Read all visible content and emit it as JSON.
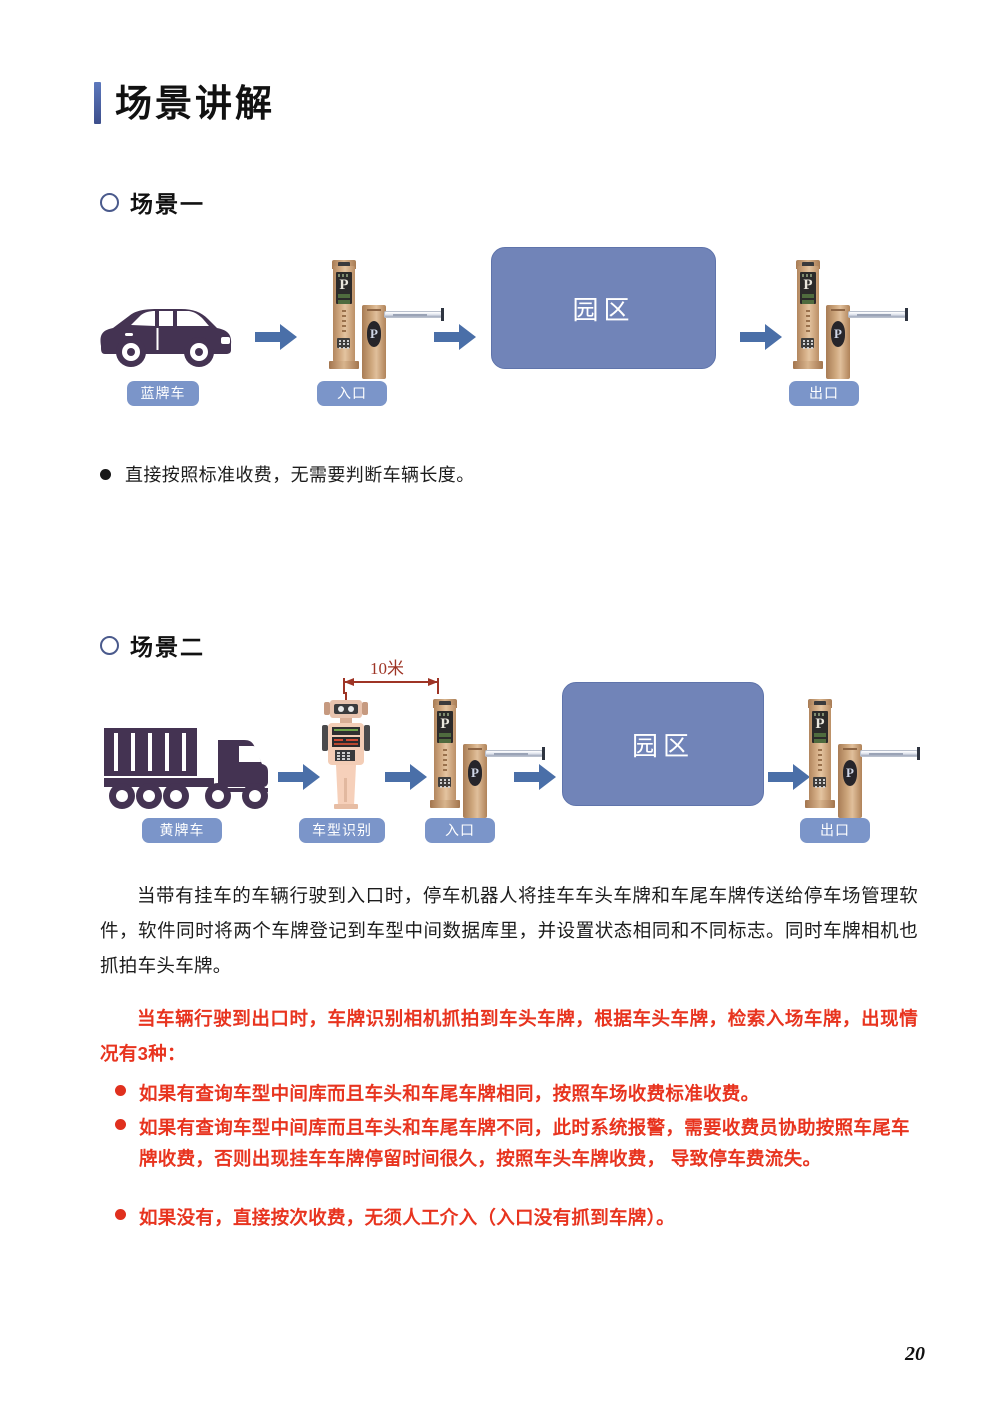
{
  "document": {
    "title": "场景讲解",
    "page_number": "20"
  },
  "colors": {
    "accent_blue": "#4a6fa8",
    "title_bar_blue": "#4d62a0",
    "pill_blue": "#7b95c9",
    "campus_blue": "#7184b8",
    "red_text": "#e8341f",
    "vehicle_purple": "#443352",
    "dimension_red": "#9e3425",
    "kiosk_bronze": "#c8a077"
  },
  "scenario_one": {
    "heading": "场景一",
    "marker": "circle-outline-icon",
    "diagram": {
      "vehicle_label": "蓝牌车",
      "vehicle_icon": "sedan-car-icon",
      "entrance_label": "入口",
      "entrance_icon": "parking-kiosk-icon",
      "campus_label": "园区",
      "exit_label": "出口",
      "exit_icon": "parking-kiosk-icon",
      "arrow_icon": "right-arrow-icon",
      "kiosk_screen_glyph": "P",
      "gate_glyph": "P"
    },
    "bullets": [
      "直接按照标准收费，无需要判断车辆长度。"
    ]
  },
  "scenario_two": {
    "heading": "场景二",
    "marker": "circle-outline-icon",
    "diagram": {
      "vehicle_label": "黄牌车",
      "vehicle_icon": "container-truck-icon",
      "recognition_label": "车型识别",
      "recognition_icon": "parking-robot-icon",
      "entrance_label": "入口",
      "entrance_icon": "parking-kiosk-icon",
      "campus_label": "园区",
      "exit_label": "出口",
      "exit_icon": "parking-kiosk-icon",
      "arrow_icon": "right-arrow-icon",
      "dimension_label": "10米",
      "kiosk_screen_glyph": "P",
      "gate_glyph": "P"
    },
    "paragraph": "当带有挂车的车辆行驶到入口时，停车机器人将挂车车头车牌和车尾车牌传送给停车场管理软件，软件同时将两个车牌登记到车型中间数据库里，并设置状态相同和不同标志。同时车牌相机也抓拍车头车牌。",
    "red_paragraph": "当车辆行驶到出口时，车牌识别相机抓拍到车头车牌，根据车头车牌，检索入场车牌，出现情况有3种：",
    "red_bullets": [
      "如果有查询车型中间库而且车头和车尾车牌相同，按照车场收费标准收费。",
      "如果有查询车型中间库而且车头和车尾车牌不同，此时系统报警，需要收费员协助按照车尾车牌收费，否则出现挂车车牌停留时间很久，按照车头车牌收费， 导致停车费流失。",
      "如果没有，直接按次收费，无须人工介入（入口没有抓到车牌）。"
    ]
  }
}
